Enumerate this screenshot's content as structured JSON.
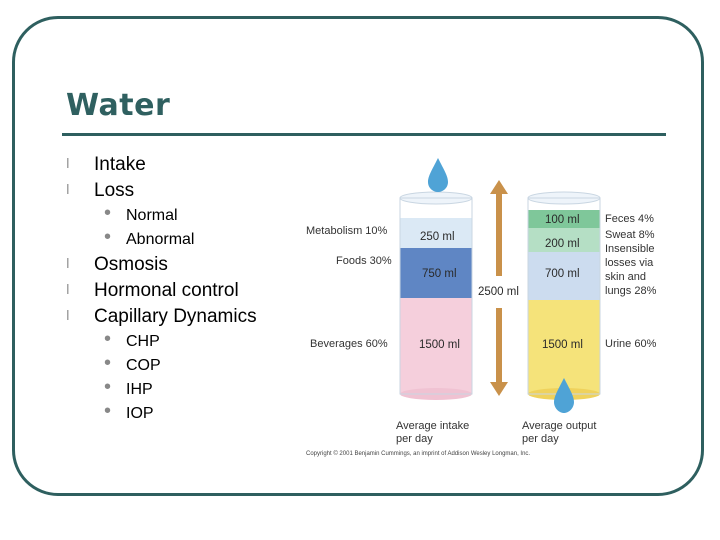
{
  "slide": {
    "title": "Water",
    "bullets": {
      "intake": "Intake",
      "loss": "Loss",
      "loss_sub": [
        "Normal",
        "Abnormal"
      ],
      "osmosis": "Osmosis",
      "hormonal": "Hormonal control",
      "capillary": "Capillary Dynamics",
      "capillary_sub": [
        "CHP",
        "COP",
        "IHP",
        "IOP"
      ]
    }
  },
  "diagram": {
    "intake_labels": {
      "metabolism": "Metabolism 10%",
      "foods": "Foods 30%",
      "beverages": "Beverages 60%"
    },
    "intake_values": {
      "metabolism": "250 ml",
      "foods": "750 ml",
      "beverages": "1500 ml"
    },
    "output_values": {
      "feces": "100 ml",
      "sweat": "200 ml",
      "insensible": "700 ml",
      "urine": "1500 ml"
    },
    "output_labels": {
      "feces": "Feces 4%",
      "sweat": "Sweat 8%",
      "insensible_1": "Insensible",
      "insensible_2": "losses via",
      "insensible_3": "skin and",
      "insensible_4": "lungs 28%",
      "urine": "Urine 60%"
    },
    "total": "2500 ml",
    "caption_intake": [
      "Average intake",
      "per day"
    ],
    "caption_output": [
      "Average output",
      "per day"
    ],
    "copyright": "Copyright © 2001 Benjamin Cummings, an imprint of Addison Wesley Longman, Inc.",
    "colors": {
      "metabolism": "#dbe9f5",
      "foods": "#5f86c4",
      "beverages": "#f5cfdc",
      "feces": "#7fc79a",
      "sweat": "#b5dfc5",
      "insensible": "#ccdcef",
      "urine": "#f5e37a",
      "arrow": "#c9914a",
      "drop": "#4fa3d6"
    }
  }
}
